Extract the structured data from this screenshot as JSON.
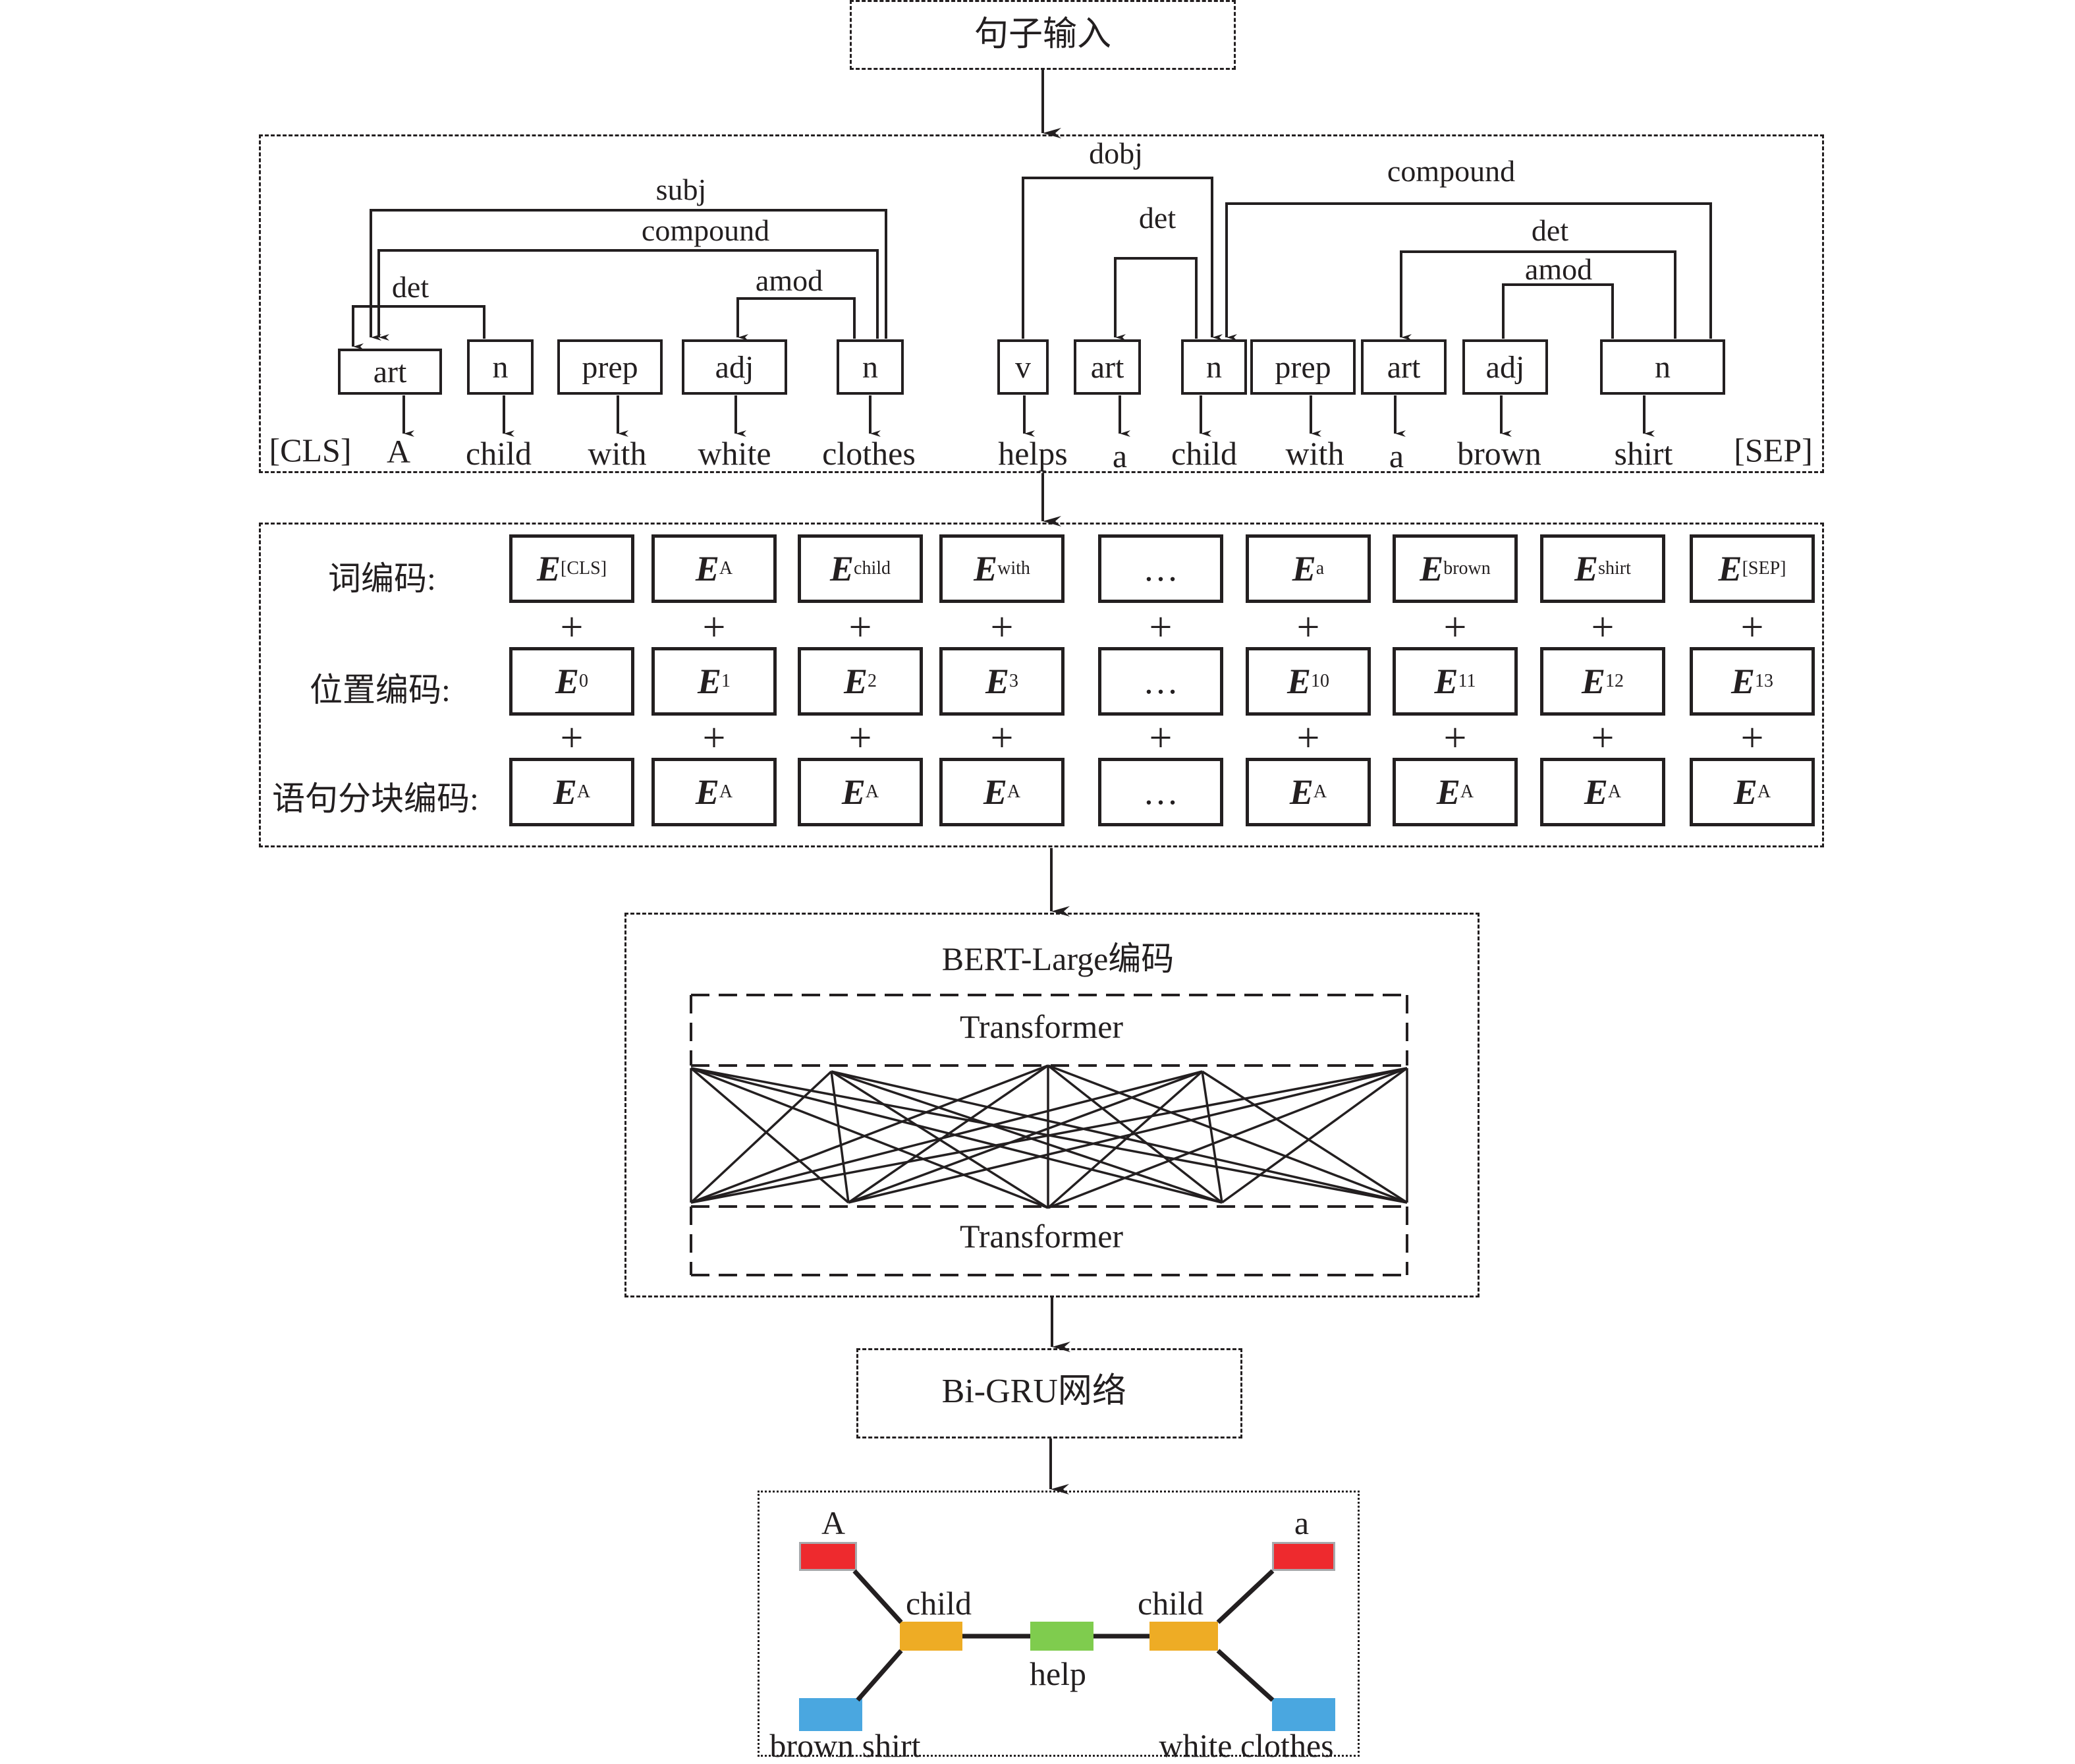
{
  "input_box": {
    "label": "句子输入"
  },
  "dependency_parse": {
    "left_clause": {
      "relations": [
        {
          "label": "subj"
        },
        {
          "label": "compound"
        },
        {
          "label": "det"
        },
        {
          "label": "amod"
        }
      ],
      "tokens": [
        {
          "pos": "art",
          "word": "A"
        },
        {
          "pos": "n",
          "word": "child"
        },
        {
          "pos": "prep",
          "word": "with"
        },
        {
          "pos": "adj",
          "word": "white"
        },
        {
          "pos": "n",
          "word": "clothes"
        }
      ]
    },
    "right_clause": {
      "relations": [
        {
          "label": "dobj"
        },
        {
          "label": "compound"
        },
        {
          "label": "det"
        },
        {
          "label": "det"
        },
        {
          "label": "amod"
        }
      ],
      "tokens": [
        {
          "pos": "v",
          "word": "helps"
        },
        {
          "pos": "art",
          "word": "a"
        },
        {
          "pos": "n",
          "word": "child"
        },
        {
          "pos": "prep",
          "word": "with"
        },
        {
          "pos": "art",
          "word": "a"
        },
        {
          "pos": "adj",
          "word": "brown"
        },
        {
          "pos": "n",
          "word": "shirt"
        }
      ]
    },
    "cls_token": "[CLS]",
    "sep_token": "[SEP]"
  },
  "embeddings": {
    "row_labels": {
      "token": "词编码:",
      "position": "位置编码:",
      "segment": "语句分块编码:"
    },
    "symbol": "E",
    "plus": "+",
    "ellipsis": "…",
    "token_subscripts": [
      "[CLS]",
      "A",
      "child",
      "with",
      "…",
      "a",
      "brown",
      "shirt",
      "[SEP]"
    ],
    "position_subscripts": [
      "0",
      "1",
      "2",
      "3",
      "…",
      "10",
      "11",
      "12",
      "13"
    ],
    "segment_subscripts": [
      "A",
      "A",
      "A",
      "A",
      "…",
      "A",
      "A",
      "A",
      "A"
    ]
  },
  "bert": {
    "title": "BERT-Large编码",
    "top_layer": "Transformer",
    "bottom_layer": "Transformer"
  },
  "bigru": {
    "label": "Bi-GRU网络"
  },
  "output_graph": {
    "nodes": [
      {
        "id": "A",
        "label": "A",
        "color": "#ee2a2e"
      },
      {
        "id": "child1",
        "label": "child",
        "color": "#eeac25"
      },
      {
        "id": "help",
        "label": "help",
        "color": "#7fcc4e"
      },
      {
        "id": "child2",
        "label": "child",
        "color": "#eeac25"
      },
      {
        "id": "a",
        "label": "a",
        "color": "#ee2a2e"
      },
      {
        "id": "brown_shirt",
        "label": "brown shirt",
        "color": "#4aa7e0"
      },
      {
        "id": "white_clothes",
        "label": "white clothes",
        "color": "#4aa7e0"
      }
    ],
    "edges": [
      [
        "A",
        "child1"
      ],
      [
        "brown_shirt",
        "child1"
      ],
      [
        "child1",
        "help"
      ],
      [
        "help",
        "child2"
      ],
      [
        "child2",
        "a"
      ],
      [
        "child2",
        "white_clothes"
      ]
    ]
  }
}
